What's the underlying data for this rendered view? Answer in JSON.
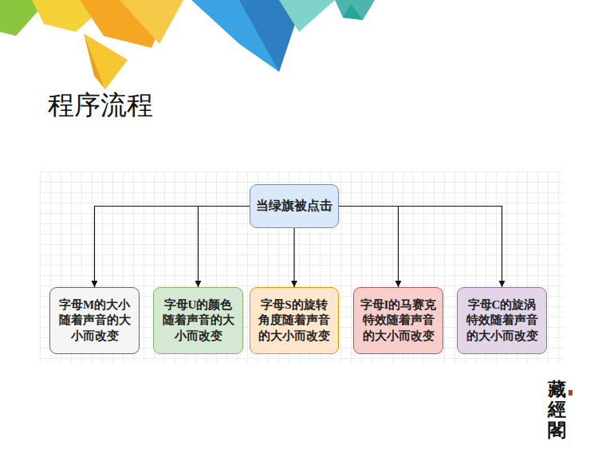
{
  "diagram": {
    "title": "程序流程",
    "nodes": [
      {
        "text": [
          "当绿旗被点击"
        ]
      },
      {
        "text": [
          "字母M的大小随着声音的大小而改变"
        ]
      },
      {
        "text": [
          "字母U的颜色随着声音的大小而改变"
        ]
      },
      {
        "text": [
          "字母S的旋转角度随着声音的大小而改变"
        ]
      },
      {
        "text": [
          "字母I的马赛克特效随着声音的大小而改变"
        ]
      },
      {
        "text": [
          "字母C的旋涡特效随着声音的大小而改变"
        ]
      }
    ],
    "edges": [
      {
        "from": 0,
        "to": 1,
        "arrow": "to"
      },
      {
        "from": 0,
        "to": 2,
        "arrow": "to"
      },
      {
        "from": 0,
        "to": 3,
        "arrow": "to"
      },
      {
        "from": 0,
        "to": 4,
        "arrow": "to"
      },
      {
        "from": 0,
        "to": 5,
        "arrow": "to"
      }
    ],
    "labels": [
      "藏經閣"
    ]
  }
}
